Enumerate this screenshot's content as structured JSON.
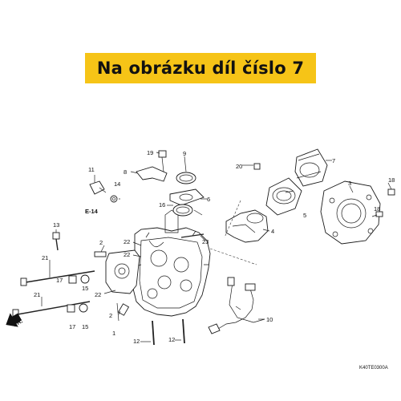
{
  "banner": {
    "text": "Na obrázku díl číslo 7",
    "color": "#f6c417"
  },
  "labels": {
    "l1": "1",
    "l2a": "2",
    "l2b": "2",
    "l3": "3",
    "l4": "4",
    "l5": "5",
    "l6": "6",
    "l7": "7",
    "l8": "8",
    "l9": "9",
    "l10": "10",
    "l11": "11",
    "l12a": "12",
    "l12b": "12",
    "l13": "13",
    "l14": "14",
    "l15a": "15",
    "l15b": "15",
    "l16a": "16",
    "l16b": "16",
    "l17a": "17",
    "l17b": "17",
    "l18a": "18",
    "l18b": "18",
    "l19": "19",
    "l20": "20",
    "l21a": "21",
    "l21b": "21",
    "l22a": "22",
    "l22b": "22",
    "l22c": "22",
    "l23": "23"
  },
  "ref": "E-14",
  "front": "FR.",
  "code": "K40TE0300A"
}
